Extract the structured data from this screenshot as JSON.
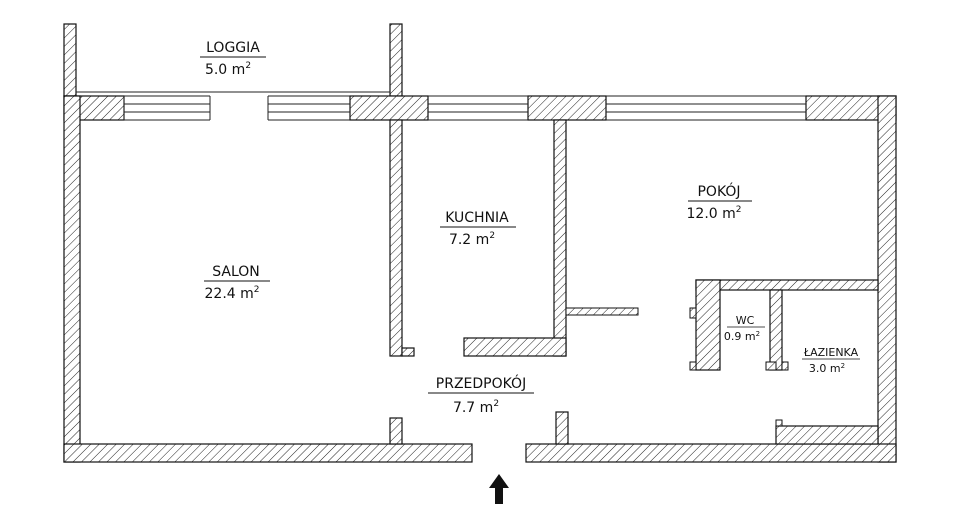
{
  "rooms": {
    "loggia": {
      "name": "LOGGIA",
      "area": "5.0 m"
    },
    "salon": {
      "name": "SALON",
      "area": "22.4 m"
    },
    "kuchnia": {
      "name": "KUCHNIA",
      "area": "7.2 m"
    },
    "pokoj": {
      "name": "POKÓJ",
      "area": "12.0 m"
    },
    "wc": {
      "name": "WC",
      "area": "0.9 m"
    },
    "lazienka": {
      "name": "ŁAZIENKA",
      "area": "3.0 m"
    },
    "przedpokoj": {
      "name": "PRZEDPOKÓJ",
      "area": "7.7 m"
    }
  },
  "units": {
    "superscript": "2"
  },
  "icons": {
    "entrance": "entrance-arrow-icon"
  },
  "colors": {
    "wall": "#111111",
    "window": "#222222",
    "background": "#ffffff"
  }
}
